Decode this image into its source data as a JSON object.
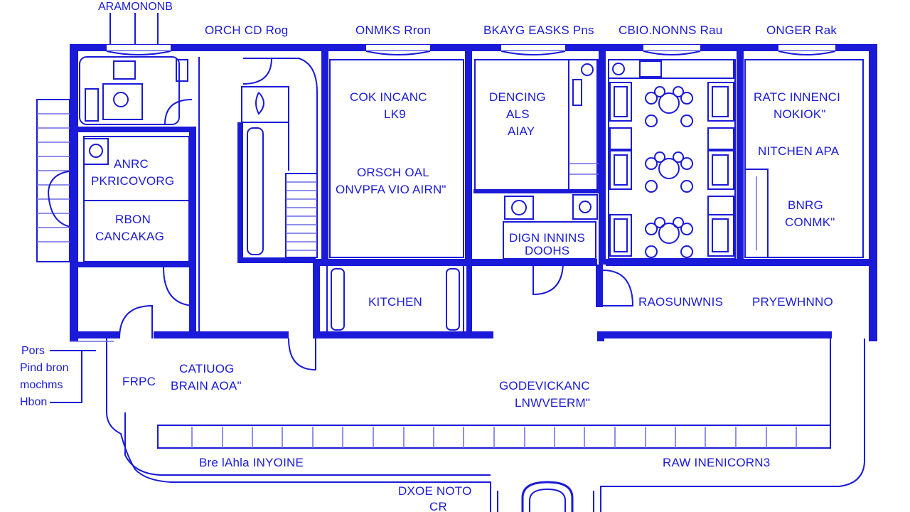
{
  "plan": {
    "ink_color": "#1a1ad8",
    "background": "#ffffff",
    "top_labels": [
      "ARAMONONB",
      "ORCH CD Rog",
      "ONMKS Rron",
      "BKAYG EASKS Pns",
      "CBIO.NONNS Rau",
      "ONGER Rak"
    ],
    "rooms": {
      "anrc_line1": "ANRC",
      "anrc_line2": "PKRICOVORG",
      "rbon_line1": "RBON",
      "rbon_line2": "CANCAKAG",
      "cok_line1": "COK INCANC",
      "cok_line2": "LK9",
      "orsch_line1": "ORSCH OAL",
      "orsch_line2": "ONVPFA VIO AIRN\"",
      "dencing_line1": "DENCING",
      "dencing_line2": "ALS",
      "dencing_line3": "AIAY",
      "dign_line1": "DIGN INNINS",
      "dign_line2": "DOOHS",
      "ratc_line1": "RATC INNENCI",
      "ratc_line2": "NOKIOK\"",
      "nitchen_apa": "NITCHEN APA",
      "bnrg_line1": "BNRG",
      "bnrg_line2": "CONMK\"",
      "kitchen": "KITCHEN",
      "raosunnis": "RAOSUNWNIS",
      "prywinno": "PRYEWHNNO",
      "frpc": "FRPC",
      "catiuog_line1": "CATIUOG",
      "catiuog_line2": "BRAIN AOA\"",
      "gode_line1": "GODEVICKANC",
      "gode_line2": "LNWVEERM\"",
      "bre_hall": "Bre lAhla INYOINE",
      "raw_corns": "RAW INENICORN3",
      "entry_line1": "DXOE NOTO",
      "entry_line2": "CR"
    },
    "legend": [
      "Pors",
      "Pind bron",
      "mochms",
      "Hbon"
    ]
  }
}
